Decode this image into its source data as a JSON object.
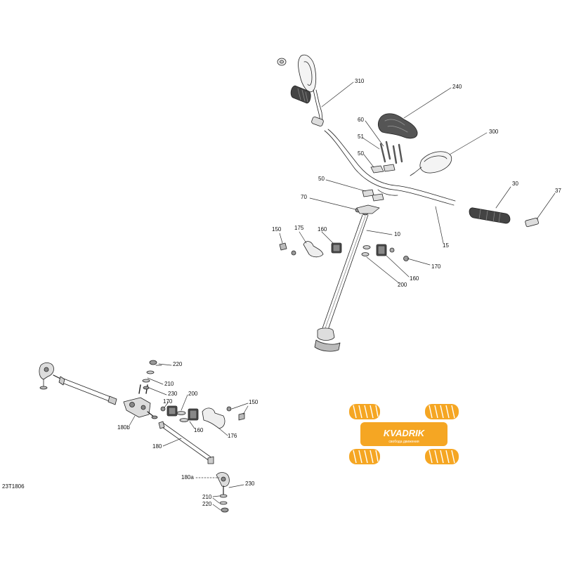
{
  "diagram": {
    "code": "23T1806",
    "callouts": [
      {
        "id": "c310",
        "label": "310"
      },
      {
        "id": "c240",
        "label": "240"
      },
      {
        "id": "c60",
        "label": "60"
      },
      {
        "id": "c51",
        "label": "51"
      },
      {
        "id": "c50a",
        "label": "50"
      },
      {
        "id": "c300",
        "label": "300"
      },
      {
        "id": "c50b",
        "label": "50"
      },
      {
        "id": "c70",
        "label": "70"
      },
      {
        "id": "c30",
        "label": "30"
      },
      {
        "id": "c37",
        "label": "37"
      },
      {
        "id": "c10",
        "label": "10"
      },
      {
        "id": "c150a",
        "label": "150"
      },
      {
        "id": "c175a",
        "label": "175"
      },
      {
        "id": "c160a",
        "label": "160"
      },
      {
        "id": "c15",
        "label": "15"
      },
      {
        "id": "c170a",
        "label": "170"
      },
      {
        "id": "c160b",
        "label": "160"
      },
      {
        "id": "c200a",
        "label": "200"
      },
      {
        "id": "c220a",
        "label": "220"
      },
      {
        "id": "c210a",
        "label": "210"
      },
      {
        "id": "c230a",
        "label": "230"
      },
      {
        "id": "c200b",
        "label": "200"
      },
      {
        "id": "c170b",
        "label": "170"
      },
      {
        "id": "c150b",
        "label": "150"
      },
      {
        "id": "c180b",
        "label": "180b"
      },
      {
        "id": "c160c",
        "label": "160"
      },
      {
        "id": "c176",
        "label": "176"
      },
      {
        "id": "c180",
        "label": "180"
      },
      {
        "id": "c180a",
        "label": "180a"
      },
      {
        "id": "c230b",
        "label": "230"
      },
      {
        "id": "c210b",
        "label": "210"
      },
      {
        "id": "c220b",
        "label": "220"
      }
    ]
  },
  "watermark": {
    "brand": "KVADRIK",
    "tagline": "свобода движения",
    "color": "#F5A623"
  }
}
